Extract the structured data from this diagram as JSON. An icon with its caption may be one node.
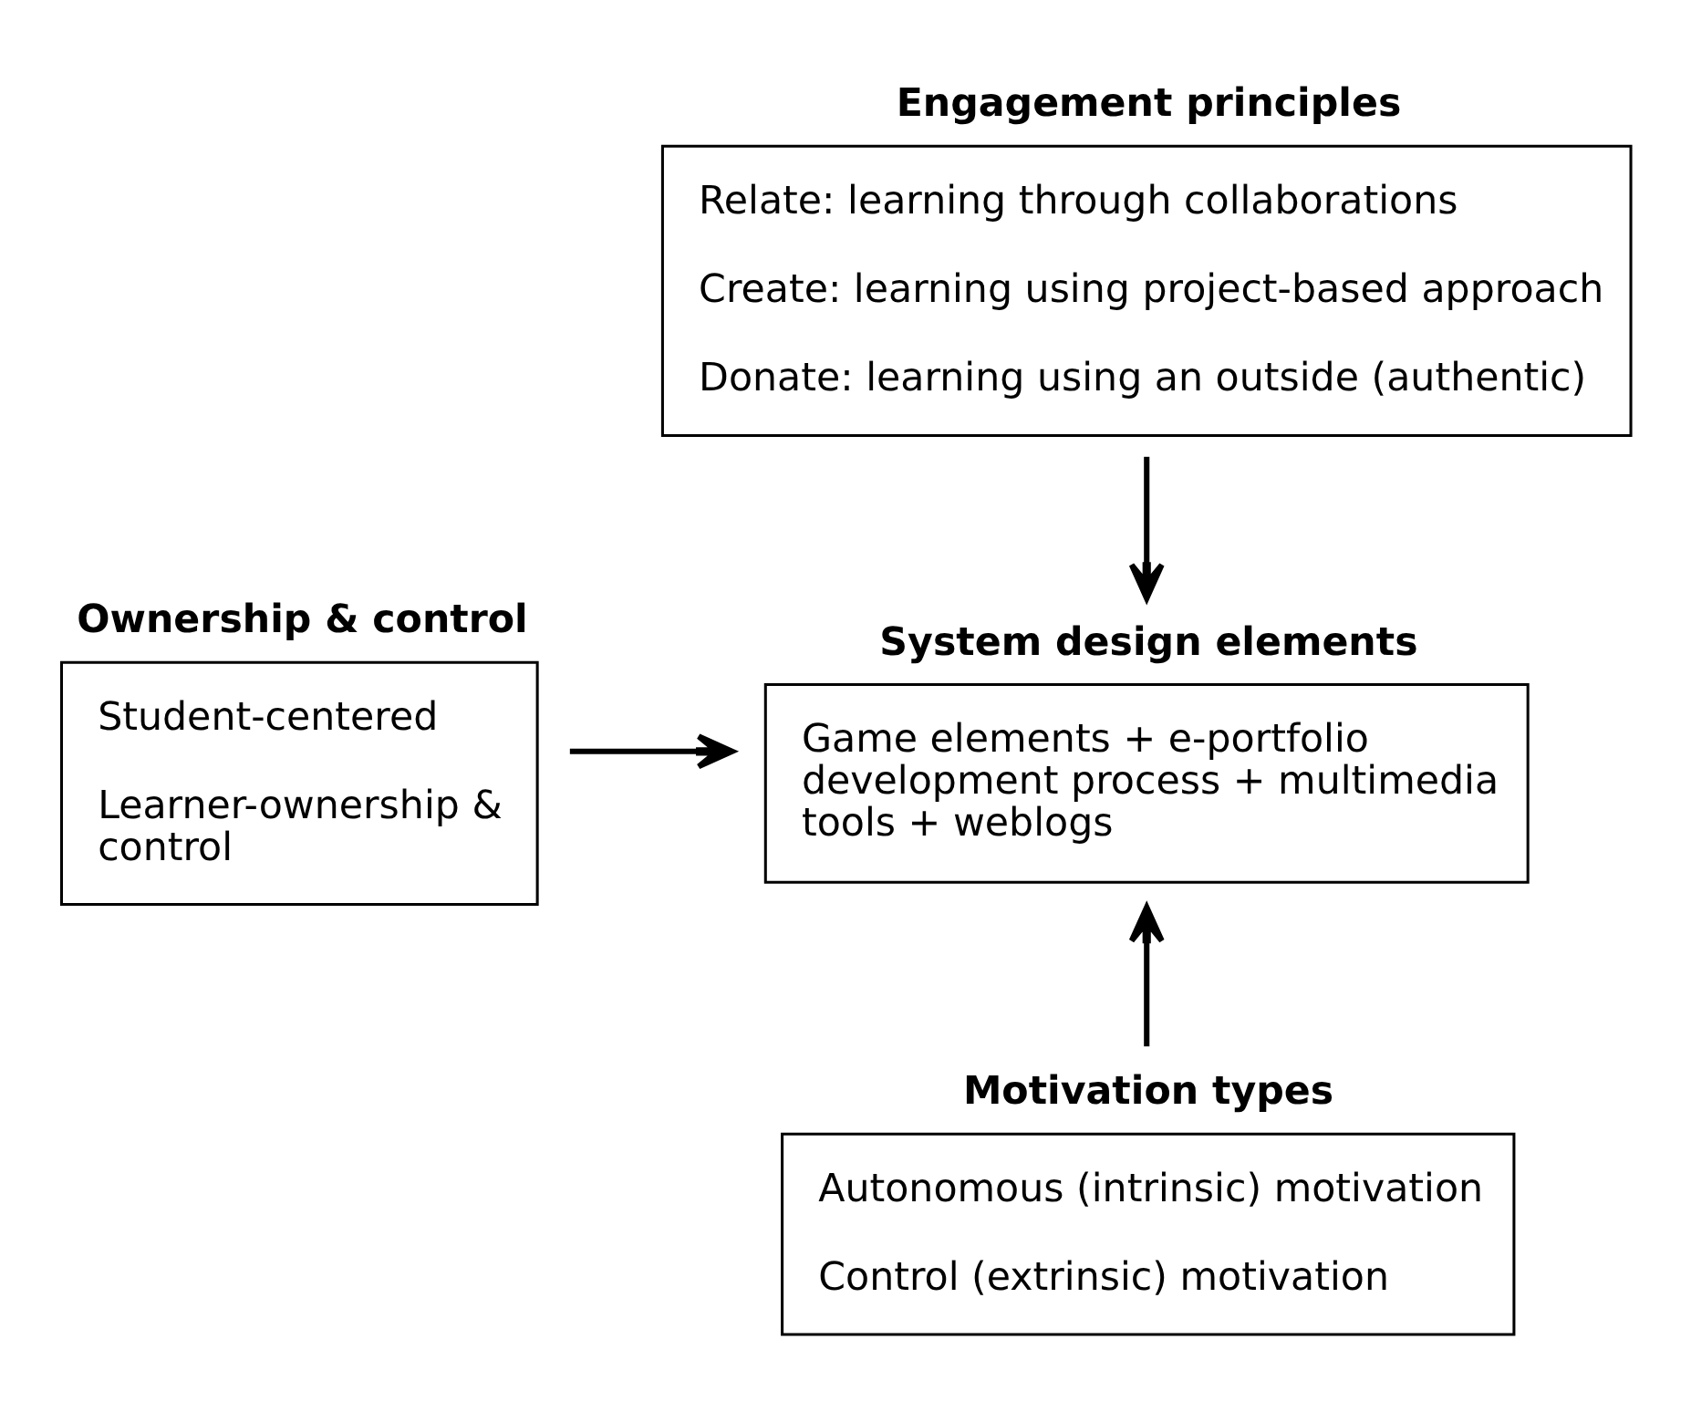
{
  "diagram": {
    "nodes": [
      {
        "text": [
          "Engagement principles",
          "Relate: learning through collaborations",
          "Create: learning using project-based approach",
          "Donate: learning using an outside (authentic)"
        ]
      },
      {
        "text": [
          "Ownership & control",
          "Student-centered",
          "Learner-ownership & control"
        ]
      },
      {
        "text": [
          "System design elements",
          "Game elements + e-portfolio development process + multimedia tools + weblogs"
        ]
      },
      {
        "text": [
          "Motivation types",
          "Autonomous (intrinsic) motivation",
          "Control (extrinsic) motivation"
        ]
      }
    ],
    "edges": [
      {
        "from": 0,
        "to": 2,
        "arrow": "to"
      },
      {
        "from": 1,
        "to": 2,
        "arrow": "to"
      },
      {
        "from": 3,
        "to": 2,
        "arrow": "to"
      }
    ]
  }
}
